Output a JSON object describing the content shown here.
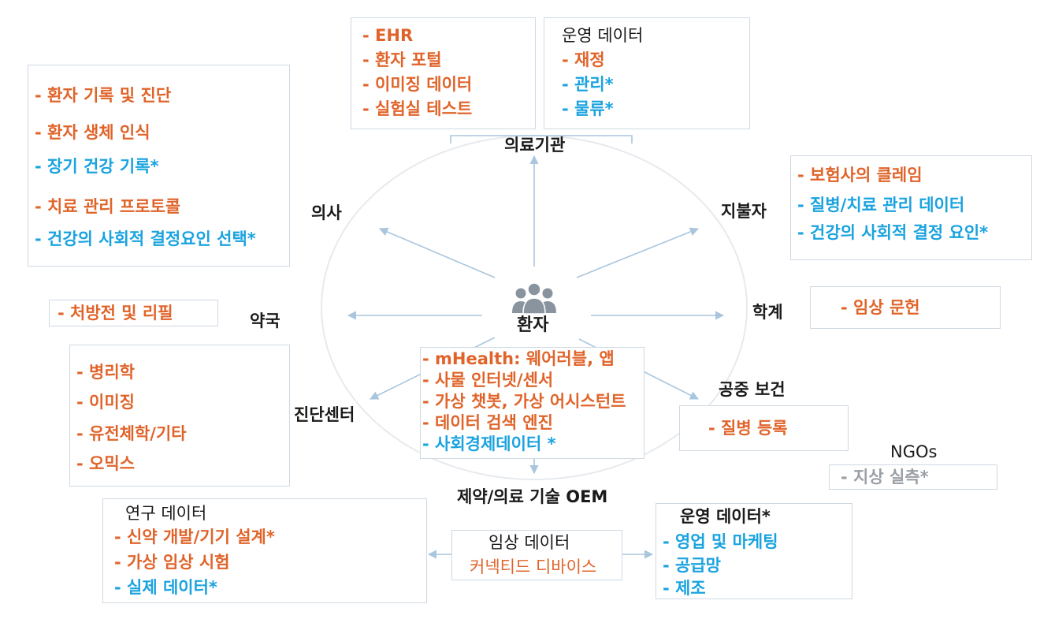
{
  "center": {
    "label": "환자",
    "icon": "people-icon"
  },
  "nodes": {
    "institution": "의료기관",
    "doctor": "의사",
    "payer": "지불자",
    "pharmacy": "약국",
    "academia": "학계",
    "diagnostic": "진단센터",
    "public_health": "공중 보건",
    "ngo": "NGOs",
    "pharma": "제약/의료 기술 OEM"
  },
  "boxes": {
    "ehr": [
      "- EHR",
      "- 환자 포털",
      "- 이미징 데이터",
      "- 실험실 테스트"
    ],
    "operations_top": {
      "title": "운영 데이터",
      "items": [
        {
          "text": "- 재정",
          "color": "orange"
        },
        {
          "text": "- 관리*",
          "color": "blue"
        },
        {
          "text": "- 물류*",
          "color": "blue"
        }
      ]
    },
    "doctor": [
      {
        "text": "- 환자 기록 및 진단",
        "color": "orange"
      },
      {
        "text": "- 환자 생체 인식",
        "color": "orange"
      },
      {
        "text": "- 장기 건강 기록*",
        "color": "blue"
      },
      {
        "text": "- 치료 관리 프로토콜",
        "color": "orange"
      },
      {
        "text": "- 건강의 사회적 결정요인 선택*",
        "color": "blue"
      }
    ],
    "payer": [
      {
        "text": "- 보험사의 클레임",
        "color": "orange"
      },
      {
        "text": "- 질병/치료 관리 데이터",
        "color": "blue"
      },
      {
        "text": "- 건강의 사회적 결정 요인*",
        "color": "blue"
      }
    ],
    "pharmacy": "- 처방전 및 리필",
    "academia": "- 임상 문헌",
    "diagnostic": [
      "- 병리학",
      "- 이미징",
      "- 유전체학/기타",
      "- 오믹스"
    ],
    "patient": [
      {
        "text": "- mHealth: 웨어러블, 앱",
        "color": "orange"
      },
      {
        "text": "- 사물 인터넷/센서",
        "color": "orange"
      },
      {
        "text": "- 가상 챗봇, 가상 어시스턴트",
        "color": "orange"
      },
      {
        "text": "- 데이터 검색 엔진",
        "color": "orange"
      },
      {
        "text": "- 사회경제데이터 *",
        "color": "blue"
      }
    ],
    "public_health": "- 질병 등록",
    "ngo": "- 지상 실측*",
    "research": {
      "title": "연구 데이터",
      "items": [
        {
          "text": "- 신약 개발/기기 설계*",
          "color": "orange"
        },
        {
          "text": "- 가상 임상 시험",
          "color": "orange"
        },
        {
          "text": "- 실제 데이터*",
          "color": "blue"
        }
      ]
    },
    "clinical": {
      "title": "임상 데이터",
      "subtitle": "커넥티드 디바이스"
    },
    "operations_bottom": {
      "title": "운영 데이터*",
      "items": [
        {
          "text": "- 영업 및 마케팅",
          "color": "blue"
        },
        {
          "text": "- 공급망",
          "color": "blue"
        },
        {
          "text": "- 제조",
          "color": "blue"
        }
      ]
    }
  },
  "colors": {
    "orange": "#e0642a",
    "blue": "#1aa3df",
    "gray": "#9a9fa5",
    "border": "#cfd9e3",
    "arrow": "#a9c6de",
    "icon": "#8a949e"
  }
}
